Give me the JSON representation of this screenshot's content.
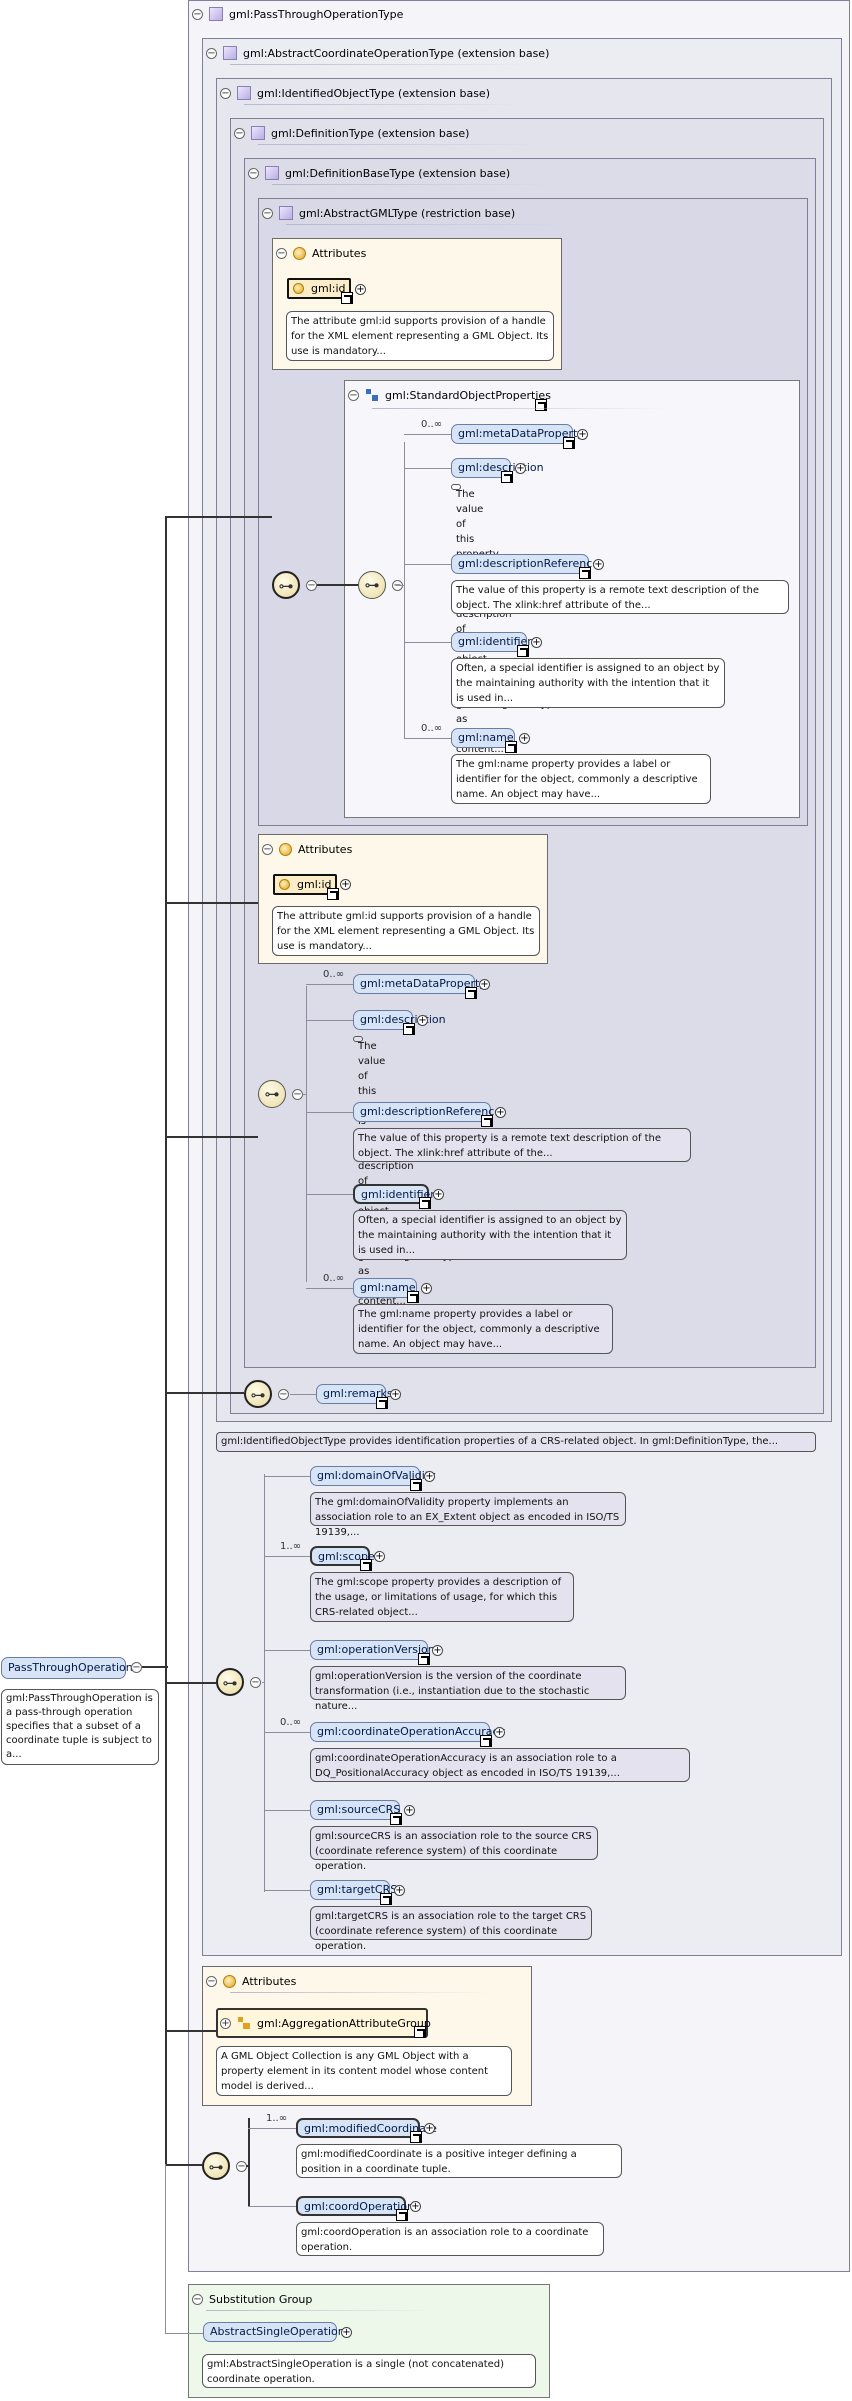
{
  "types": {
    "pass_through": "gml:PassThroughOperationType",
    "abstract_coord_op": "gml:AbstractCoordinateOperationType (extension base)",
    "identified_object": "gml:IdentifiedObjectType (extension base)",
    "definition": "gml:DefinitionType (extension base)",
    "definition_base": "gml:DefinitionBaseType (extension base)",
    "abstract_gml": "gml:AbstractGMLType (restriction base)"
  },
  "labels": {
    "attributes": "Attributes",
    "standard_object_properties": "gml:StandardObjectProperties",
    "substitution_group": "Substitution Group"
  },
  "gml_id": {
    "name": "gml:id",
    "doc": "The attribute gml:id supports provision of a handle for the XML element representing a GML Object. Its use is mandatory..."
  },
  "std_props": [
    {
      "name": "gml:metaDataProperty",
      "mult": "0..∞",
      "doc": ""
    },
    {
      "name": "gml:description",
      "mult": "",
      "doc": "The value of this property is a text description of the object. gml:description uses gml:StringOrRefType as its content..."
    },
    {
      "name": "gml:descriptionReference",
      "mult": "",
      "doc": "The value of this property is a remote text description of the object. The xlink:href attribute of the..."
    },
    {
      "name": "gml:identifier",
      "mult": "",
      "doc": "Often, a special identifier is assigned to an object by the maintaining authority with the intention that it is used in..."
    },
    {
      "name": "gml:name",
      "mult": "0..∞",
      "doc": "The gml:name property provides a label or identifier for the object, commonly a descriptive name. An object may have..."
    }
  ],
  "remarks": "gml:remarks",
  "identified_object_doc": "gml:IdentifiedObjectType provides identification properties of a CRS-related object. In gml:DefinitionType, the...",
  "coord_op_elems": [
    {
      "name": "gml:domainOfValidity",
      "mult": "",
      "doc": "The gml:domainOfValidity property implements an association role to an EX_Extent object as encoded in ISO/TS 19139,..."
    },
    {
      "name": "gml:scope",
      "mult": "1..∞",
      "doc": "The gml:scope property provides a description of the usage, or limitations of usage, for which this CRS-related object..."
    },
    {
      "name": "gml:operationVersion",
      "mult": "",
      "doc": "gml:operationVersion is the version of the coordinate transformation (i.e., instantiation due to the stochastic nature..."
    },
    {
      "name": "gml:coordinateOperationAccuracy",
      "mult": "0..∞",
      "doc": "gml:coordinateOperationAccuracy is an association role to a DQ_PositionalAccuracy object as encoded in ISO/TS 19139,..."
    },
    {
      "name": "gml:sourceCRS",
      "mult": "",
      "doc": "gml:sourceCRS is an association role to the source CRS (coordinate reference system) of this coordinate operation."
    },
    {
      "name": "gml:targetCRS",
      "mult": "",
      "doc": "gml:targetCRS is an association role to the target CRS (coordinate reference system) of this coordinate operation."
    }
  ],
  "aggregation": {
    "name": "gml:AggregationAttributeGroup",
    "doc": "A GML Object Collection is any GML Object with a property element in its content model whose content model is derived..."
  },
  "pass_elems": [
    {
      "name": "gml:modifiedCoordinate",
      "mult": "1..∞",
      "doc": "gml:modifiedCoordinate is a positive integer defining a position in a coordinate tuple."
    },
    {
      "name": "gml:coordOperation",
      "mult": "",
      "doc": "gml:coordOperation is an association role to a coordinate operation."
    }
  ],
  "root": {
    "name": "PassThroughOperation",
    "doc": "gml:PassThroughOperation is a pass-through operation specifies that a subset of a coordinate tuple is subject to a..."
  },
  "substitution": {
    "name": "AbstractSingleOperation",
    "doc": "gml:AbstractSingleOperation is a single (not concatenated) coordinate operation."
  },
  "colors": {
    "element_fill": "#d7e4f6",
    "attribute_fill": "#fbedc8",
    "attributes_panel": "#fdf8ea",
    "substitution_panel": "#eef8ea"
  }
}
